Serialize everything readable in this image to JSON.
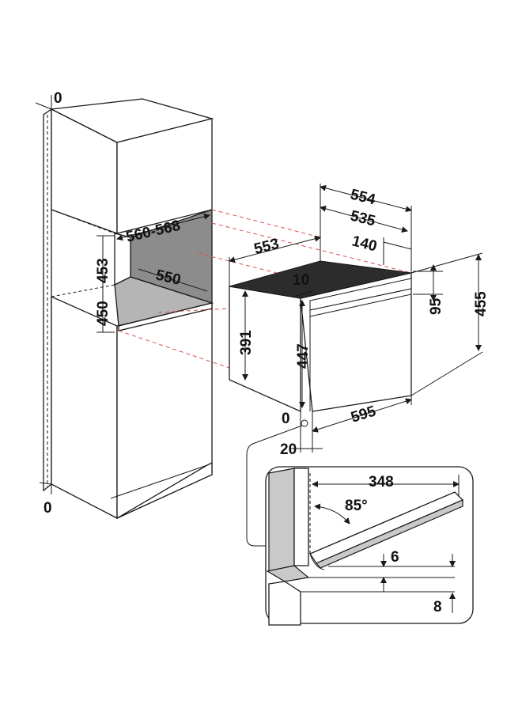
{
  "labels": {
    "top_zero": "0",
    "bottom_zero": "0",
    "niche_width": "560-568",
    "niche_depth": "550",
    "niche_height_1": "453",
    "niche_height_2": "450",
    "oven_depth": "553",
    "oven_total_width_top": "554",
    "oven_width_535": "535",
    "oven_140": "140",
    "oven_10": "10",
    "oven_391": "391",
    "oven_447": "447",
    "oven_95": "95",
    "oven_455": "455",
    "oven_595": "595",
    "oven_zero": "0",
    "oven_20": "20",
    "door_348": "348",
    "door_angle": "85°",
    "door_6": "6",
    "door_8": "8"
  }
}
